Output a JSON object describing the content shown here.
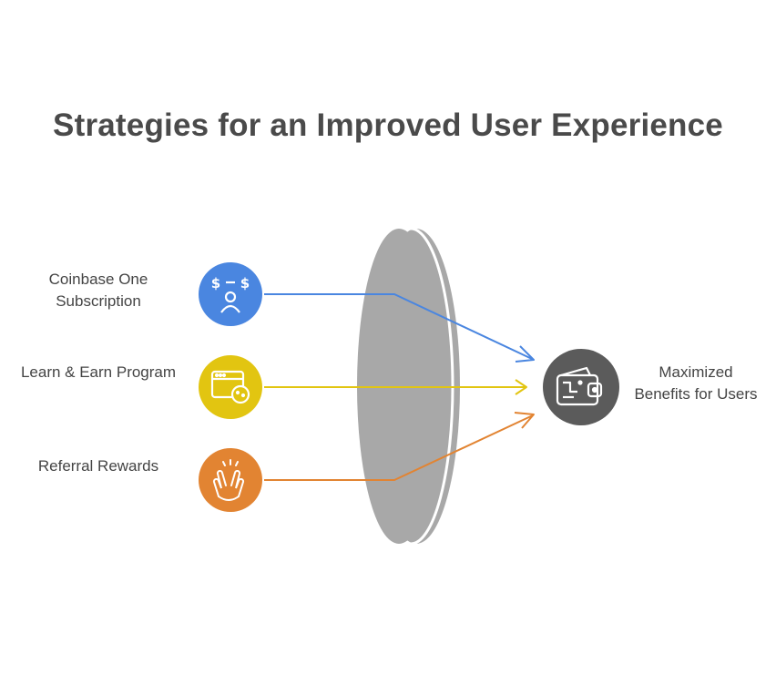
{
  "title": "Strategies for an Improved User Experience",
  "inputs": [
    {
      "label_line1": "Coinbase One",
      "label_line2": "Subscription",
      "color": "#4a86e0",
      "icon": "dollar-person-icon"
    },
    {
      "label_line1": "Learn & Earn Program",
      "label_line2": "",
      "color": "#e2c511",
      "icon": "browser-coin-icon"
    },
    {
      "label_line1": "Referral Rewards",
      "label_line2": "",
      "color": "#e28432",
      "icon": "clapping-hands-icon"
    }
  ],
  "output": {
    "label_line1": "Maximized",
    "label_line2": "Benefits for Users",
    "color": "#5b5b5b",
    "icon": "wallet-icon"
  },
  "lens_color": "#a8a8a8"
}
